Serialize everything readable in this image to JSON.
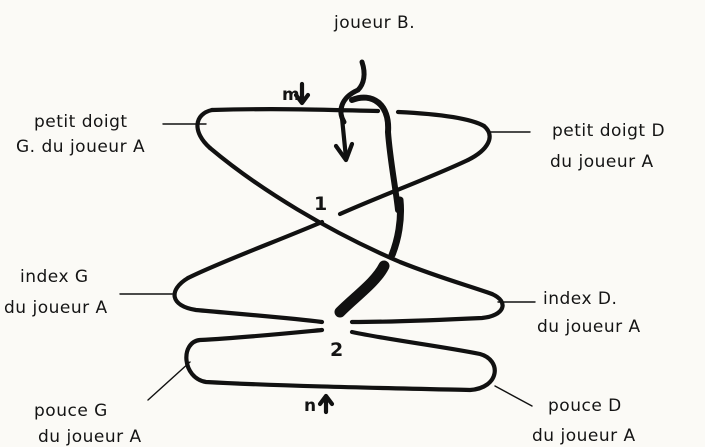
{
  "labels": {
    "joueur_b": "joueur B.",
    "petit_doigt_g_line1": "petit doigt",
    "petit_doigt_g_line2": "G. du joueur A",
    "petit_doigt_d_line1": "petit doigt D",
    "petit_doigt_d_line2": "du joueur A",
    "index_g_line1": "index G",
    "index_g_line2": "du joueur A",
    "index_d_line1": "index D.",
    "index_d_line2": "du joueur A",
    "pouce_g_line1": "pouce G",
    "pouce_g_line2": "du joueur A",
    "pouce_d_line1": "pouce D",
    "pouce_d_line2": "du joueur A",
    "marker_m": "m",
    "marker_n": "n",
    "crossing_1": "1",
    "crossing_2": "2"
  }
}
